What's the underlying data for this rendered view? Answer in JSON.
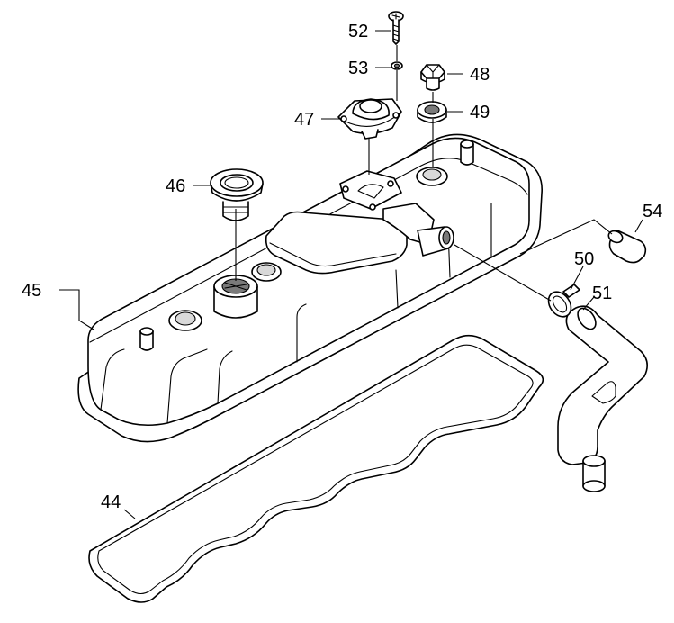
{
  "callouts": {
    "c44": "44",
    "c45": "45",
    "c46": "46",
    "c47": "47",
    "c48": "48",
    "c49": "49",
    "c50": "50",
    "c51": "51",
    "c52": "52",
    "c53": "53",
    "c54": "54"
  },
  "colors": {
    "line": "#000000",
    "fill": "#ffffff",
    "shade": "#d9d9d9"
  }
}
